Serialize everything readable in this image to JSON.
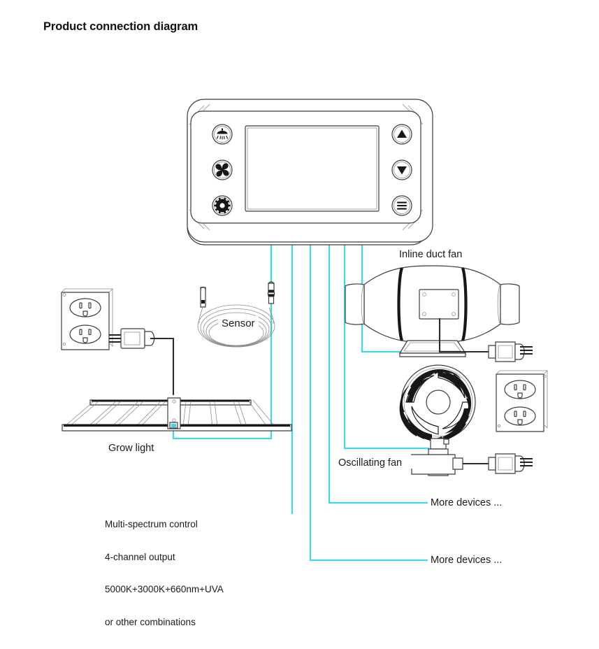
{
  "page": {
    "title": "Product connection diagram",
    "background_color": "#ffffff",
    "cable_color": "#3fd6ea",
    "power_cord_color": "#2b2b2b",
    "outline_color": "#3c3c3c"
  },
  "controller": {
    "name": "grow room controller",
    "screen_label": "",
    "buttons_left": [
      {
        "id": "light-button",
        "icon": "grow-light-icon"
      },
      {
        "id": "fan-button",
        "icon": "fan-icon"
      },
      {
        "id": "settings-button",
        "icon": "gear-icon"
      }
    ],
    "buttons_right": [
      {
        "id": "up-button",
        "icon": "triangle-up-icon"
      },
      {
        "id": "down-button",
        "icon": "triangle-down-icon"
      },
      {
        "id": "menu-button",
        "icon": "hamburger-menu-icon"
      }
    ]
  },
  "devices": {
    "inline_duct_fan": {
      "label": "Inline duct fan"
    },
    "sensor": {
      "label": "Sensor"
    },
    "grow_light": {
      "label": "Grow light"
    },
    "oscillating_fan": {
      "label": "Oscillating fan"
    },
    "more_devices_1": {
      "label": "More devices ..."
    },
    "more_devices_2": {
      "label": "More devices ..."
    },
    "wall_outlet_left": {
      "label": ""
    },
    "wall_outlet_right": {
      "label": ""
    }
  },
  "spec_note": {
    "line1": "Multi-spectrum control",
    "line2": "4-channel output",
    "line3": "5000K+3000K+660nm+UVA",
    "line4": "or other combinations"
  }
}
